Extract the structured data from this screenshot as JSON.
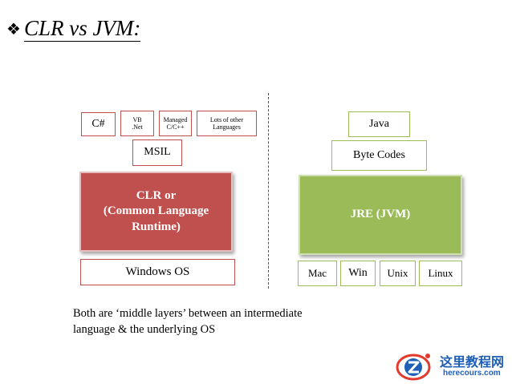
{
  "title": {
    "bullet_icon": "diamond-cluster-icon",
    "text": "CLR vs JVM:"
  },
  "clr_stack": {
    "languages": [
      "C#",
      "VB\n.Net",
      "Managed\nC/C++",
      "Lots of  other\nLanguages"
    ],
    "intermediate": "MSIL",
    "runtime": "CLR or\n(Common Language\nRuntime)",
    "os": "Windows OS",
    "accent_color": "#c0504d"
  },
  "jvm_stack": {
    "language": "Java",
    "intermediate": "Byte Codes",
    "runtime": "JRE (JVM)",
    "platforms": [
      "Mac",
      "Win",
      "Unix",
      "Linux"
    ],
    "accent_color": "#9bbb59"
  },
  "caption": "Both are ‘middle layers’ between an intermediate\nlanguage & the underlying OS",
  "watermark": {
    "icon": "watermark-logo-icon",
    "site_name": "这里教程网",
    "url": "herecours.com",
    "color": "#1f5fb8"
  }
}
